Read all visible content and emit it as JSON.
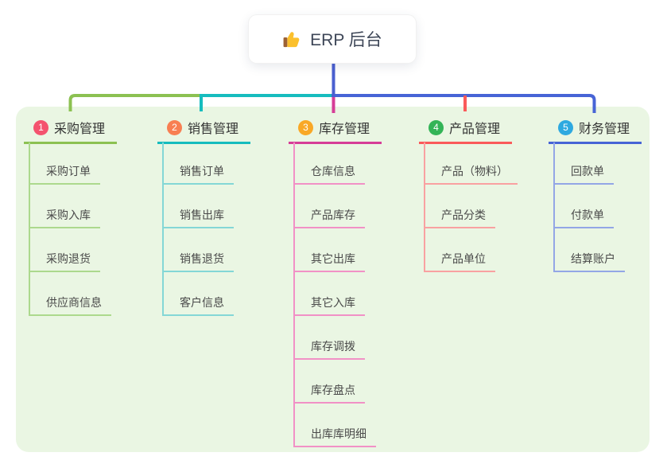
{
  "root": {
    "title": "ERP 后台",
    "icon": "thumbs-up-icon",
    "line_color": "#4A5FD0"
  },
  "branches": [
    {
      "num": "1",
      "label": "采购管理",
      "badge_color": "#F4536E",
      "line_color": "#8CC152",
      "child_line_color": "#ACD98D",
      "children": [
        "采购订单",
        "采购入库",
        "采购退货",
        "供应商信息"
      ]
    },
    {
      "num": "2",
      "label": "销售管理",
      "badge_color": "#F87F52",
      "line_color": "#16BCBE",
      "child_line_color": "#84D7D6",
      "children": [
        "销售订单",
        "销售出库",
        "销售退货",
        "客户信息"
      ]
    },
    {
      "num": "3",
      "label": "库存管理",
      "badge_color": "#F9A826",
      "line_color": "#D63D97",
      "child_line_color": "#F191C6",
      "children": [
        "仓库信息",
        "产品库存",
        "其它出库",
        "其它入库",
        "库存调拨",
        "库存盘点",
        "出库库明细"
      ]
    },
    {
      "num": "4",
      "label": "产品管理",
      "badge_color": "#33B457",
      "line_color": "#FA5A5A",
      "child_line_color": "#F9A1A1",
      "children": [
        "产品（物料）",
        "产品分类",
        "产品单位"
      ]
    },
    {
      "num": "5",
      "label": "财务管理",
      "badge_color": "#2EA9E0",
      "line_color": "#4764D6",
      "child_line_color": "#93A6E6",
      "children": [
        "回款单",
        "付款单",
        "结算账户"
      ]
    }
  ],
  "colors": {
    "panel_bg": "#EAF6E3",
    "canvas_bg": "#FFFFFF",
    "root_text": "#3D4657",
    "branch_title_text": "#333333",
    "child_text": "#4A4A4A"
  }
}
